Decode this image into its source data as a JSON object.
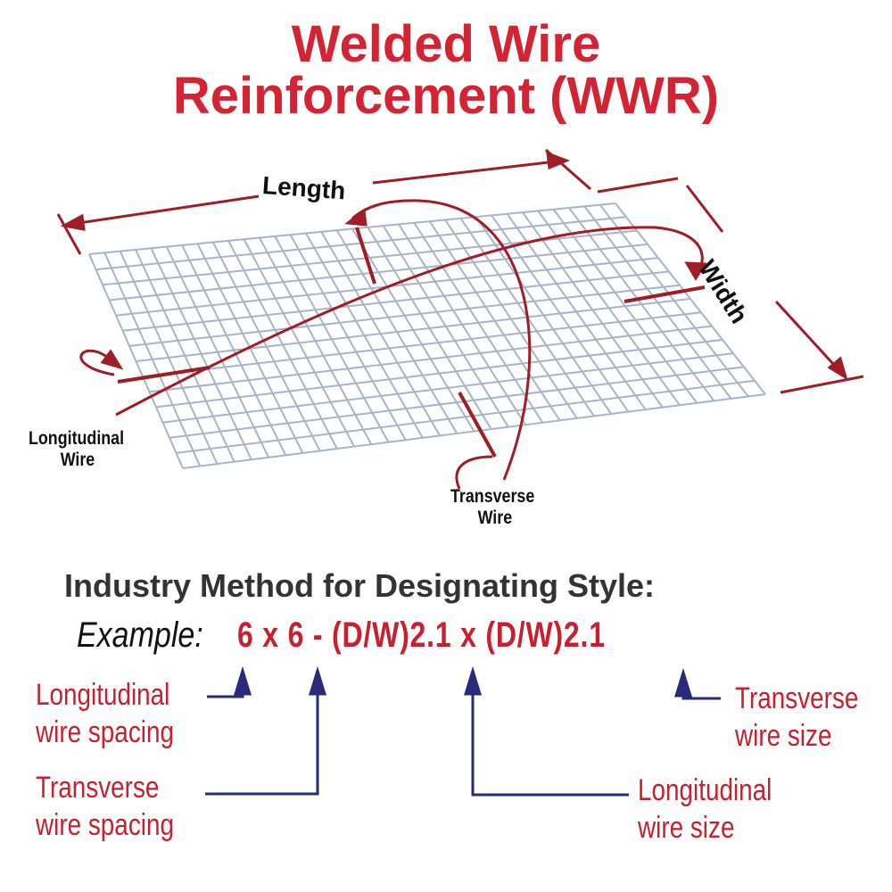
{
  "title": {
    "line1": "Welded Wire",
    "line2": "Reinforcement (WWR)"
  },
  "diagram": {
    "length_label": "Length",
    "width_label": "Width",
    "longitudinal_label": [
      "Longitudinal",
      "Wire"
    ],
    "transverse_label": [
      "Transverse",
      "Wire"
    ]
  },
  "designation": {
    "heading": "Industry Method for Designating Style:",
    "example_word": "Example:",
    "example_code": "6 x 6 - (D/W)2.1 x (D/W)2.1",
    "labels": {
      "long_spacing": [
        "Longitudinal",
        "wire spacing"
      ],
      "trans_spacing": [
        "Transverse",
        "wire spacing"
      ],
      "long_size": [
        "Longitudinal",
        "wire size"
      ],
      "trans_size": [
        "Transverse",
        "wire size"
      ]
    }
  },
  "colors": {
    "title": "#d42433",
    "arrow_red": "#a01c26",
    "arrow_blue": "#2a2a7a",
    "grid": "#a8b4c8"
  }
}
